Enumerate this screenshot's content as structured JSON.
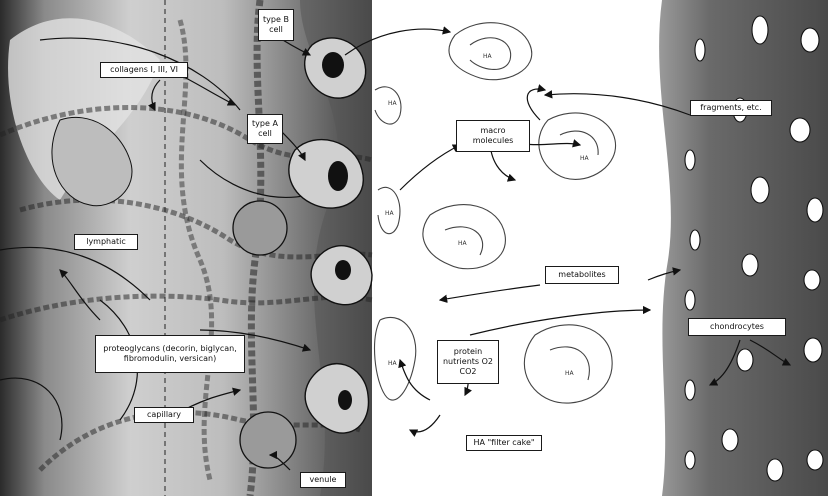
{
  "diagram": {
    "labels": {
      "type_b_cell": "type B cell",
      "collagens": "collagens I, III, VI",
      "type_a_cell": "type A cell",
      "lymphatic": "lymphatic",
      "proteoglycans": "proteoglycans (decorin, biglycan, fibromodulin, versican)",
      "capillary": "capillary",
      "venule": "venule",
      "macro_molecules": "macro molecules",
      "fragments": "fragments, etc.",
      "metabolites": "metabolites",
      "chondrocytes": "chondrocytes",
      "protein_nutrients": "protein nutrients O2 CO2",
      "ha_filter_cake": "HA \"filter cake\""
    },
    "ha_tag": "HA"
  },
  "colors": {
    "synovium_dark": "#3a3a3a",
    "synovium_light": "#d9d9d9",
    "fluid": "#ffffff",
    "cartilage": "#5a5a5a",
    "outline": "#111111"
  }
}
